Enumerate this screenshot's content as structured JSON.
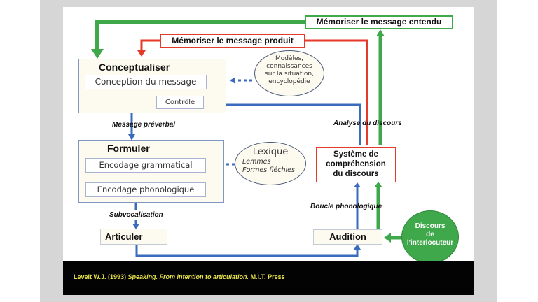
{
  "diagram": {
    "memory_heard": "Mémoriser le message entendu",
    "memory_produced": "Mémoriser le message produit",
    "conceptualiser": {
      "title": "Conceptualiser",
      "conception": "Conception du message",
      "control": "Contrôle"
    },
    "knowledge": [
      "Modèles,",
      "connaissances",
      "sur la situation,",
      "encyclopédie"
    ],
    "preverbal_label": "Message préverbal",
    "formuler": {
      "title": "Formuler",
      "grammatical": "Encodage grammatical",
      "phonological": "Encodage phonologique"
    },
    "lexicon": {
      "title": "Lexique",
      "items": [
        "Lemmes",
        "Formes fléchies"
      ]
    },
    "subvocal_label": "Subvocalisation",
    "articuler": "Articuler",
    "discourse_analysis_label": "Analyse du discours",
    "comprehension": [
      "Système de",
      "compréhension",
      "du discours"
    ],
    "phonological_loop_label": "Boucle phonologique",
    "audition": "Audition",
    "interlocutor": [
      "Discours",
      "de",
      "l'interlocuteur"
    ],
    "colors": {
      "blue": "#3a6bbd",
      "red": "#e53a2a",
      "green": "#3fa84a",
      "citation": "#e9e34a"
    }
  },
  "footer": {
    "author": "Levelt W.J. (1993) ",
    "book_title": "Speaking. From intention to articulation.",
    "publisher": " M.I.T. Press"
  }
}
